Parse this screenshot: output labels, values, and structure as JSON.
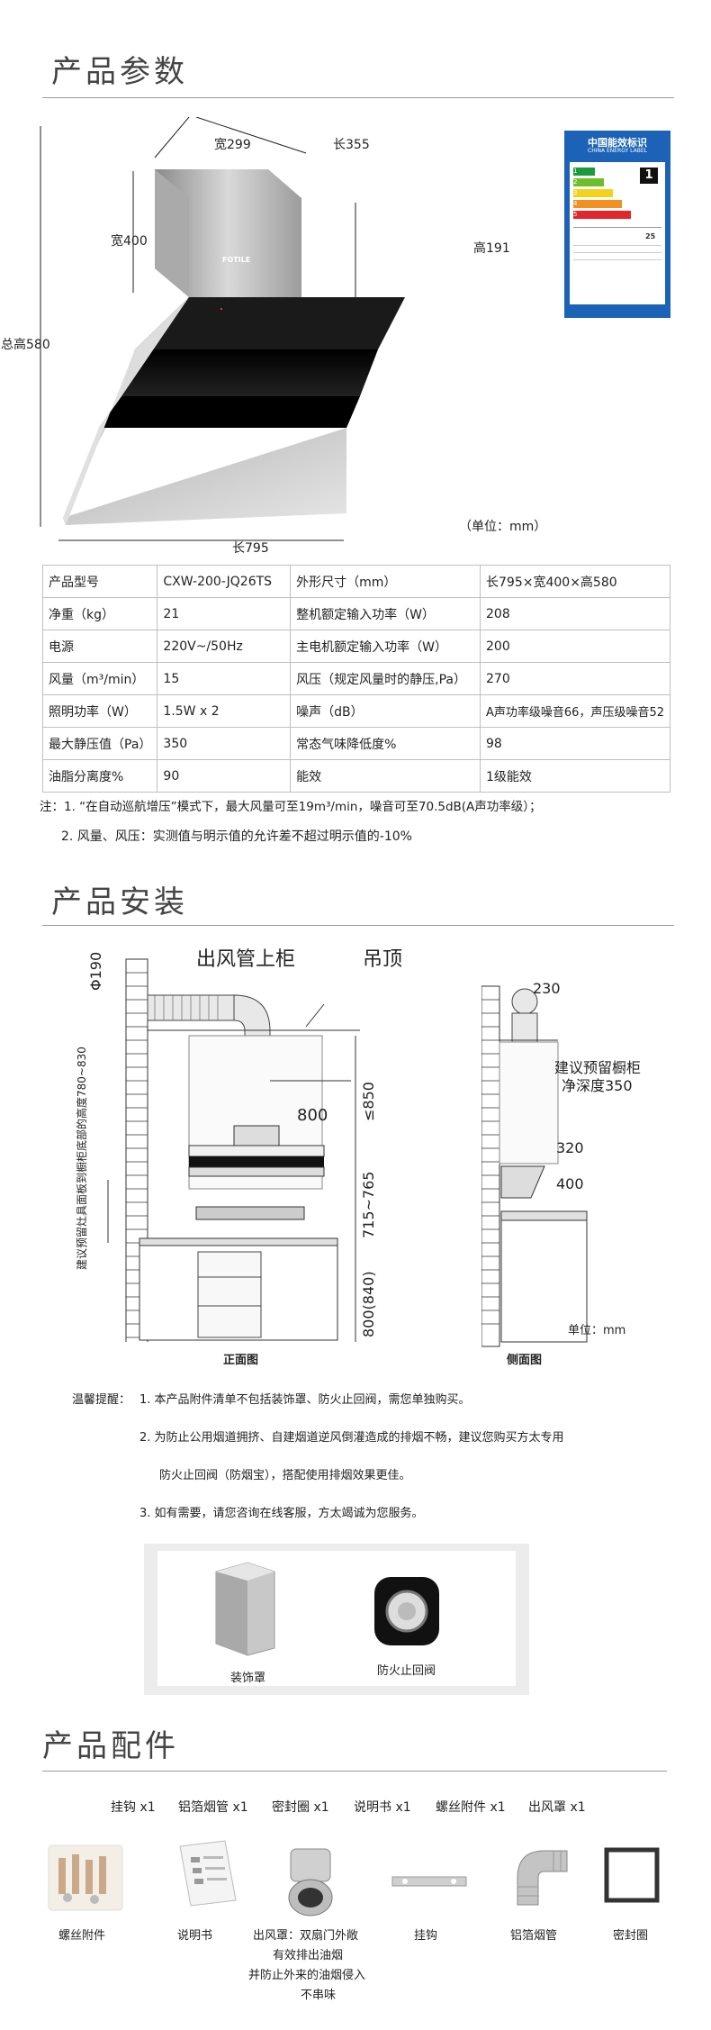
{
  "sections": {
    "params_title": "产品参数",
    "install_title": "产品安装",
    "parts_title": "产品配件"
  },
  "hood_dims": {
    "width_top": "宽299",
    "length_top": "长355",
    "width_mid": "宽400",
    "height_top": "高191",
    "total_height": "总高580",
    "length_bottom": "长795",
    "unit": "（单位：mm）",
    "brand": "FOTILE"
  },
  "energy_label": {
    "title": "中国能效标识",
    "subtitle": "CHINA ENERGY LABEL",
    "grade": "1",
    "levels": [
      "1",
      "2",
      "3",
      "4",
      "5"
    ],
    "value": "25",
    "colors": [
      "#1a9a3a",
      "#6cbf2a",
      "#f2d21b",
      "#f39020",
      "#e3262b"
    ]
  },
  "params": {
    "rows": [
      [
        "产品型号",
        "CXW-200-JQ26TS",
        "外形尺寸（mm）",
        "长795×宽400×高580"
      ],
      [
        "净重（kg）",
        "21",
        "整机额定输入功率（W）",
        "208"
      ],
      [
        "电源",
        "220V~/50Hz",
        "主电机额定输入功率（W）",
        "200"
      ],
      [
        "风量（m³/min）",
        "15",
        "风压（规定风量时的静压,Pa）",
        "270"
      ],
      [
        "照明功率（W）",
        "1.5W x 2",
        "噪声（dB）",
        "A声功率级噪音66，声压级噪音52"
      ],
      [
        "最大静压值（Pa）",
        "350",
        "常态气味降低度%",
        "98"
      ],
      [
        "油脂分离度%",
        "90",
        "能效",
        "1级能效"
      ]
    ],
    "note1": "注：1. “在自动巡航增压”模式下，最大风量可至19m³/min，噪音可至70.5dB(A声功率级）；",
    "note2": "2. 风量、风压：实测值与明示值的允许差不超过明示值的-10%"
  },
  "install": {
    "duct_label": "出风管上柜",
    "ceiling_label": "吊顶",
    "phi190": "Φ190",
    "dim800": "800",
    "dim850": "≤850",
    "dim715": "715~765",
    "dim800b": "800(840)",
    "vertical_note": "建议预留灶具面板到橱柜底部的高度780~830",
    "side_230": "230",
    "side_cab": "建议预留橱柜",
    "side_depth": "净深度350",
    "side_320": "320",
    "side_400": "400",
    "unit": "单位：mm",
    "front_view": "正面图",
    "side_view": "侧面图"
  },
  "tips": {
    "lead": "温馨提醒：",
    "t1": "1. 本产品附件清单不包括装饰罩、防火止回阀，需您单独购买。",
    "t2": "2. 为防止公用烟道拥挤、自建烟道逆风倒灌造成的排烟不畅，建议您购买方太专用",
    "t2b": "防火止回阀（防烟宝），搭配使用排烟效果更佳。",
    "t3": "3. 如有需要，请您咨询在线客服，方太竭诚为您服务。"
  },
  "accessories": {
    "cover": "装饰罩",
    "valve": "防火止回阀"
  },
  "parts": {
    "list": [
      "挂钩 x1",
      "铝箔烟管 x1",
      "密封圈 x1",
      "说明书 x1",
      "螺丝附件 x1",
      "出风罩 x1"
    ],
    "captions": [
      "螺丝附件",
      "说明书",
      "出风罩：双扇门外敞",
      "挂钩",
      "铝箔烟管",
      "密封圈"
    ],
    "outlet_desc": [
      "有效排出油烟",
      "并防止外来的油烟侵入",
      "不串味"
    ]
  }
}
